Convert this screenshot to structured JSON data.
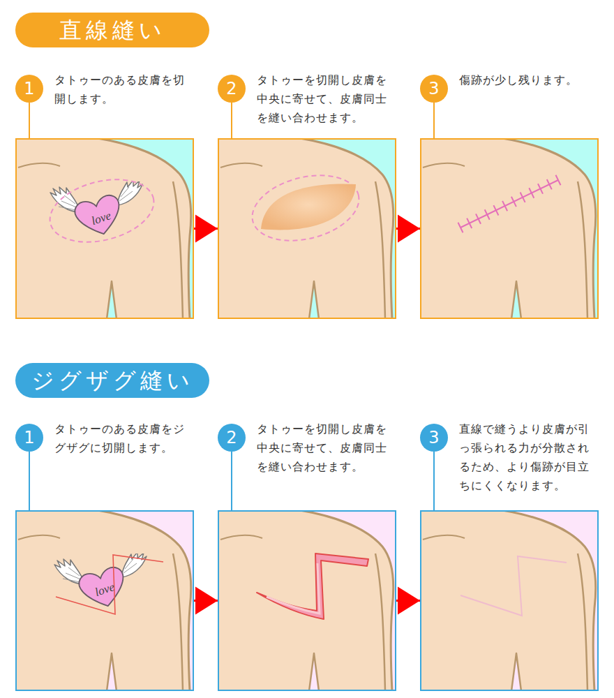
{
  "diagram": {
    "nodes": [
      {
        "text": [
          "直線縫い"
        ]
      },
      {
        "text": [
          "1",
          "タトゥーのある皮膚を切開します。"
        ]
      },
      {
        "text": [
          "2",
          "タトゥーを切開し皮膚を中央に寄せて、皮膚同士を縫い合わせます。"
        ]
      },
      {
        "text": [
          "3",
          "傷跡が少し残ります。"
        ]
      },
      {
        "text": [
          "ジグザグ縫い"
        ]
      },
      {
        "text": [
          "1",
          "タトゥーのある皮膚をジグザグに切開します。"
        ]
      },
      {
        "text": [
          "2",
          "タトゥーを切開し皮膚を中央に寄せて、皮膚同士を縫い合わせます。"
        ]
      },
      {
        "text": [
          "3",
          "直線で縫うより皮膚が引っ張られる力が分散されるため、より傷跡が目立ちにくくなります。"
        ]
      }
    ],
    "edges": [
      {
        "from": 1,
        "to": 2,
        "arrow": "to"
      },
      {
        "from": 2,
        "to": 3,
        "arrow": "to"
      },
      {
        "from": 5,
        "to": 6,
        "arrow": "to"
      },
      {
        "from": 6,
        "to": 7,
        "arrow": "to"
      }
    ],
    "labels": [
      "love",
      "love"
    ]
  }
}
